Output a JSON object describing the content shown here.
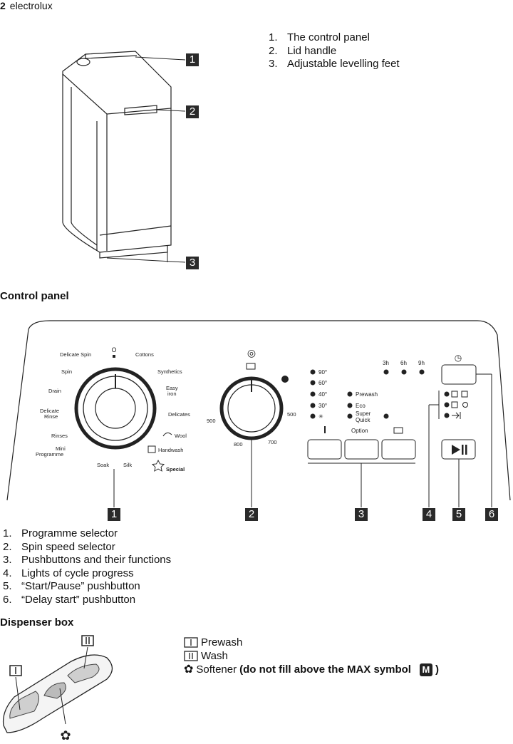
{
  "header": {
    "page_number": "2",
    "brand": "electrolux"
  },
  "machine_parts": [
    {
      "num": "1.",
      "text": "The control panel"
    },
    {
      "num": "2.",
      "text": "Lid handle"
    },
    {
      "num": "3.",
      "text": "Adjustable levelling feet"
    }
  ],
  "machine_callouts": [
    "1",
    "2",
    "3"
  ],
  "control_panel": {
    "title": "Control panel",
    "programmes": {
      "off_label": "O",
      "delicate_spin": "Delicate Spin",
      "cottons": "Cottons",
      "spin": "Spin",
      "synthetics": "Synthetics",
      "drain": "Drain",
      "easy": "Easy",
      "iron": "iron",
      "delicate": "Delicate",
      "rinse": "Rinse",
      "delicates": "Delicates",
      "rinses": "Rinses",
      "wool": "Wool",
      "mini": "Mini",
      "programme": "Programme",
      "handwash": "Handwash",
      "soak": "Soak",
      "silk": "Silk",
      "special": "Special"
    },
    "spin": {
      "s900": "900",
      "s800": "800",
      "s700": "700",
      "s500": "500"
    },
    "temps": [
      "90°",
      "60°",
      "40°",
      "30°",
      "✳"
    ],
    "options": {
      "prewash": "Prewash",
      "eco": "Eco",
      "super": "Super",
      "quick": "Quick",
      "option_label": "Option"
    },
    "delay": [
      "3h",
      "6h",
      "9h"
    ],
    "callouts": [
      "1",
      "2",
      "3",
      "4",
      "5",
      "6"
    ]
  },
  "panel_items": [
    {
      "num": "1.",
      "text": "Programme selector"
    },
    {
      "num": "2.",
      "text": "Spin speed selector"
    },
    {
      "num": "3.",
      "text": "Pushbuttons and their functions"
    },
    {
      "num": "4.",
      "text": "Lights of cycle progress"
    },
    {
      "num": "5.",
      "text": "“Start/Pause” pushbutton"
    },
    {
      "num": "6.",
      "text": "“Delay start” pushbutton"
    }
  ],
  "dispenser": {
    "title": "Dispenser box",
    "prewash": "Prewash",
    "wash": "Wash",
    "softener": "Softener",
    "softener_note": "(do not fill above the MAX symbol",
    "max_symbol": "M",
    "close_paren": ")"
  }
}
